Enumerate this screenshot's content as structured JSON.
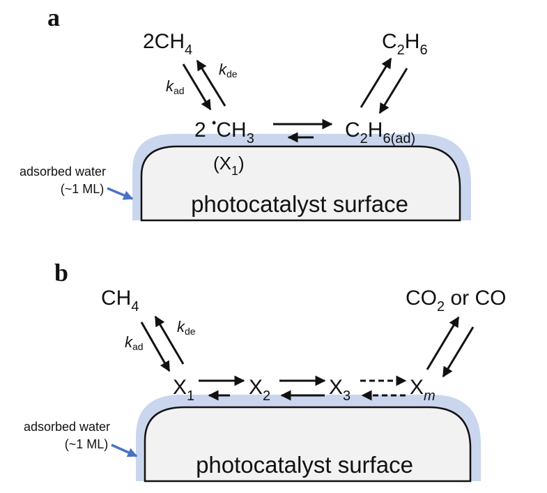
{
  "panels": {
    "a": {
      "label": "a",
      "reactant": {
        "prefix": "2CH",
        "sub": "4"
      },
      "k_ad": {
        "k": "k",
        "sub": "ad"
      },
      "k_de": {
        "k": "k",
        "sub": "de"
      },
      "intermediate": {
        "coef": "2 ",
        "dot": "•",
        "base": "CH",
        "sub": "3"
      },
      "intermediate_tag": {
        "open": "(X",
        "sub": "1",
        "close": ")"
      },
      "adsorbed_product": {
        "base": "C",
        "sub1": "2",
        "mid": "H",
        "sub2": "6(ad)"
      },
      "product": {
        "base": "C",
        "sub1": "2",
        "mid": "H",
        "sub2": "6"
      },
      "water_label_line1": "adsorbed water",
      "water_label_line2": "(~1 ML)",
      "surface_label": "photocatalyst surface"
    },
    "b": {
      "label": "b",
      "reactant": {
        "prefix": "CH",
        "sub": "4"
      },
      "k_ad": {
        "k": "k",
        "sub": "ad"
      },
      "k_de": {
        "k": "k",
        "sub": "de"
      },
      "x1": {
        "base": "X",
        "sub": "1"
      },
      "x2": {
        "base": "X",
        "sub": "2"
      },
      "x3": {
        "base": "X",
        "sub": "3"
      },
      "xm": {
        "base": "X",
        "sub": "m"
      },
      "product": {
        "a": "CO",
        "sub": "2",
        "b": " or CO"
      },
      "water_label_line1": "adsorbed water",
      "water_label_line2": "(~1 ML)",
      "surface_label": "photocatalyst surface"
    }
  },
  "colors": {
    "water_layer": "#c9d6ee",
    "surface_fill": "#f2f2f2",
    "water_arrow": "#4a72c4",
    "ink": "#111111"
  }
}
